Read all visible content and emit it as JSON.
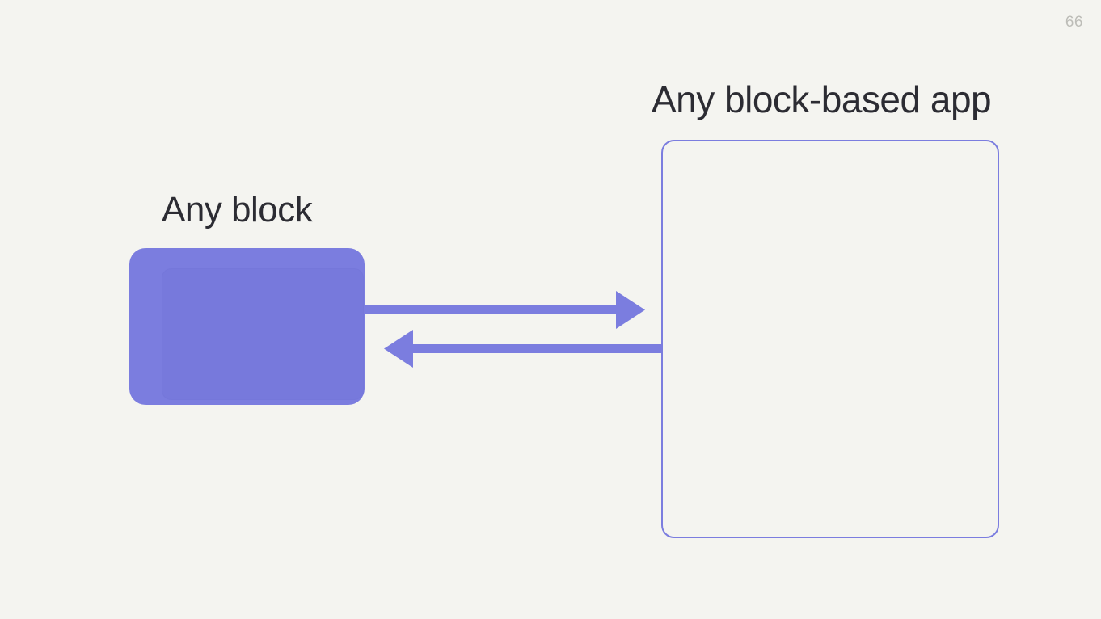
{
  "slide": {
    "page_number": "66",
    "background_color": "#f4f4f0",
    "accent_color": "#7b7ddf",
    "text_color": "#2c2c33",
    "page_number_color": "#bdbdb8"
  },
  "labels": {
    "block_heading": "Any block",
    "app_heading": "Any block-based app"
  },
  "diagram": {
    "block_shape_name": "block",
    "app_frame_name": "block-based app container",
    "arrow_to_app_label": "",
    "arrow_to_block_label": "",
    "arrow_to_app_direction": "right",
    "arrow_to_block_direction": "left"
  }
}
